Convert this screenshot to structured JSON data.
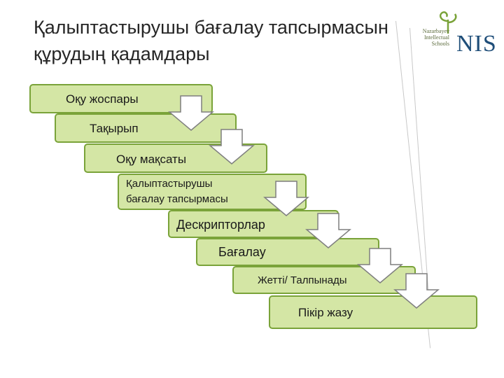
{
  "title": {
    "line1": "Қалыптастырушы бағалау тапсырмасын",
    "line2": "құрудың қадамдары"
  },
  "logo": {
    "small_line1": "Nazarbayev",
    "small_line2": "Intellectual",
    "small_line3": "Schools",
    "big": "NIS",
    "icon": "sprout-icon"
  },
  "colors": {
    "step_fill": "#d4e6a5",
    "step_border": "#7aa339",
    "arrow_fill": "#ffffff",
    "arrow_stroke": "#7f7f7f"
  },
  "steps": [
    {
      "label": "Оқу жоспары"
    },
    {
      "label": "Тақырып"
    },
    {
      "label": "Оқу мақсаты"
    },
    {
      "label1": "Қалыптастырушы",
      "label2": "бағалау тапсырмасы"
    },
    {
      "label": "Дескрипторлар"
    },
    {
      "label": "Бағалау"
    },
    {
      "label": "Жетті/ Талпынады"
    },
    {
      "label": "Пікір жазу"
    }
  ]
}
